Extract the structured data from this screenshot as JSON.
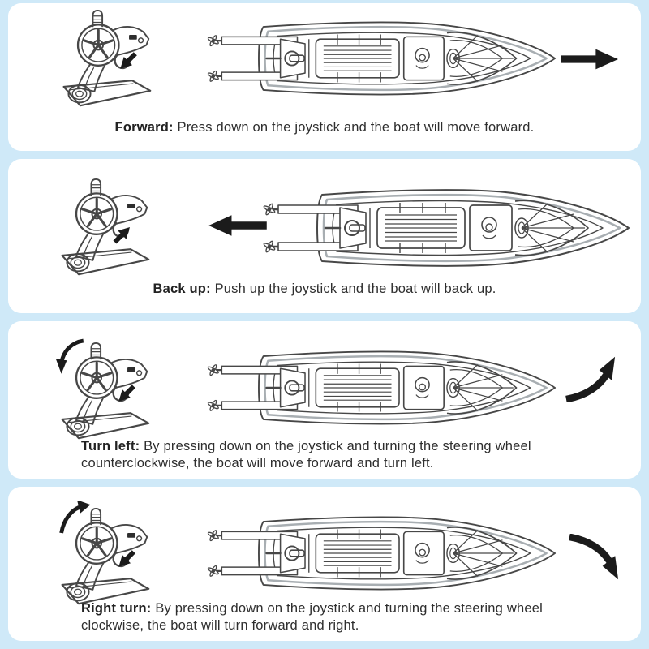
{
  "document": {
    "kind": "rc-boat-controls-instruction-sheet",
    "colors": {
      "background": "#cfe9f8",
      "panel": "#ffffff",
      "line_art": "#474747",
      "line_art_secondary": "#a8aeb2",
      "arrow_black": "#1b1b1b",
      "text": "#2e2e2e"
    }
  },
  "panels": [
    {
      "id": "forward",
      "label": "Forward:",
      "instruction": "Press down on the joystick and the boat will move forward.",
      "controller_action": "press-down-trigger-arrow",
      "boat_direction": "straight-right-arrow"
    },
    {
      "id": "back-up",
      "label": "Back up:",
      "instruction": "Push up the joystick and the boat will back up.",
      "controller_action": "push-up-trigger-arrow",
      "boat_direction": "straight-left-arrow"
    },
    {
      "id": "turn-left",
      "label": "Turn left:",
      "instruction": "By pressing down on the joystick and turning the steering wheel counterclockwise, the boat will move forward and turn left.",
      "controller_action": "press-down-trigger-arrow",
      "wheel_action": "counterclockwise-arrow",
      "boat_direction": "curved-up-right-arrow"
    },
    {
      "id": "right-turn",
      "label": "Right turn:",
      "instruction": "By pressing down on the joystick and turning the steering wheel clockwise, the boat will turn forward and right.",
      "controller_action": "press-down-trigger-arrow",
      "wheel_action": "clockwise-arrow",
      "boat_direction": "curved-down-right-arrow"
    }
  ]
}
